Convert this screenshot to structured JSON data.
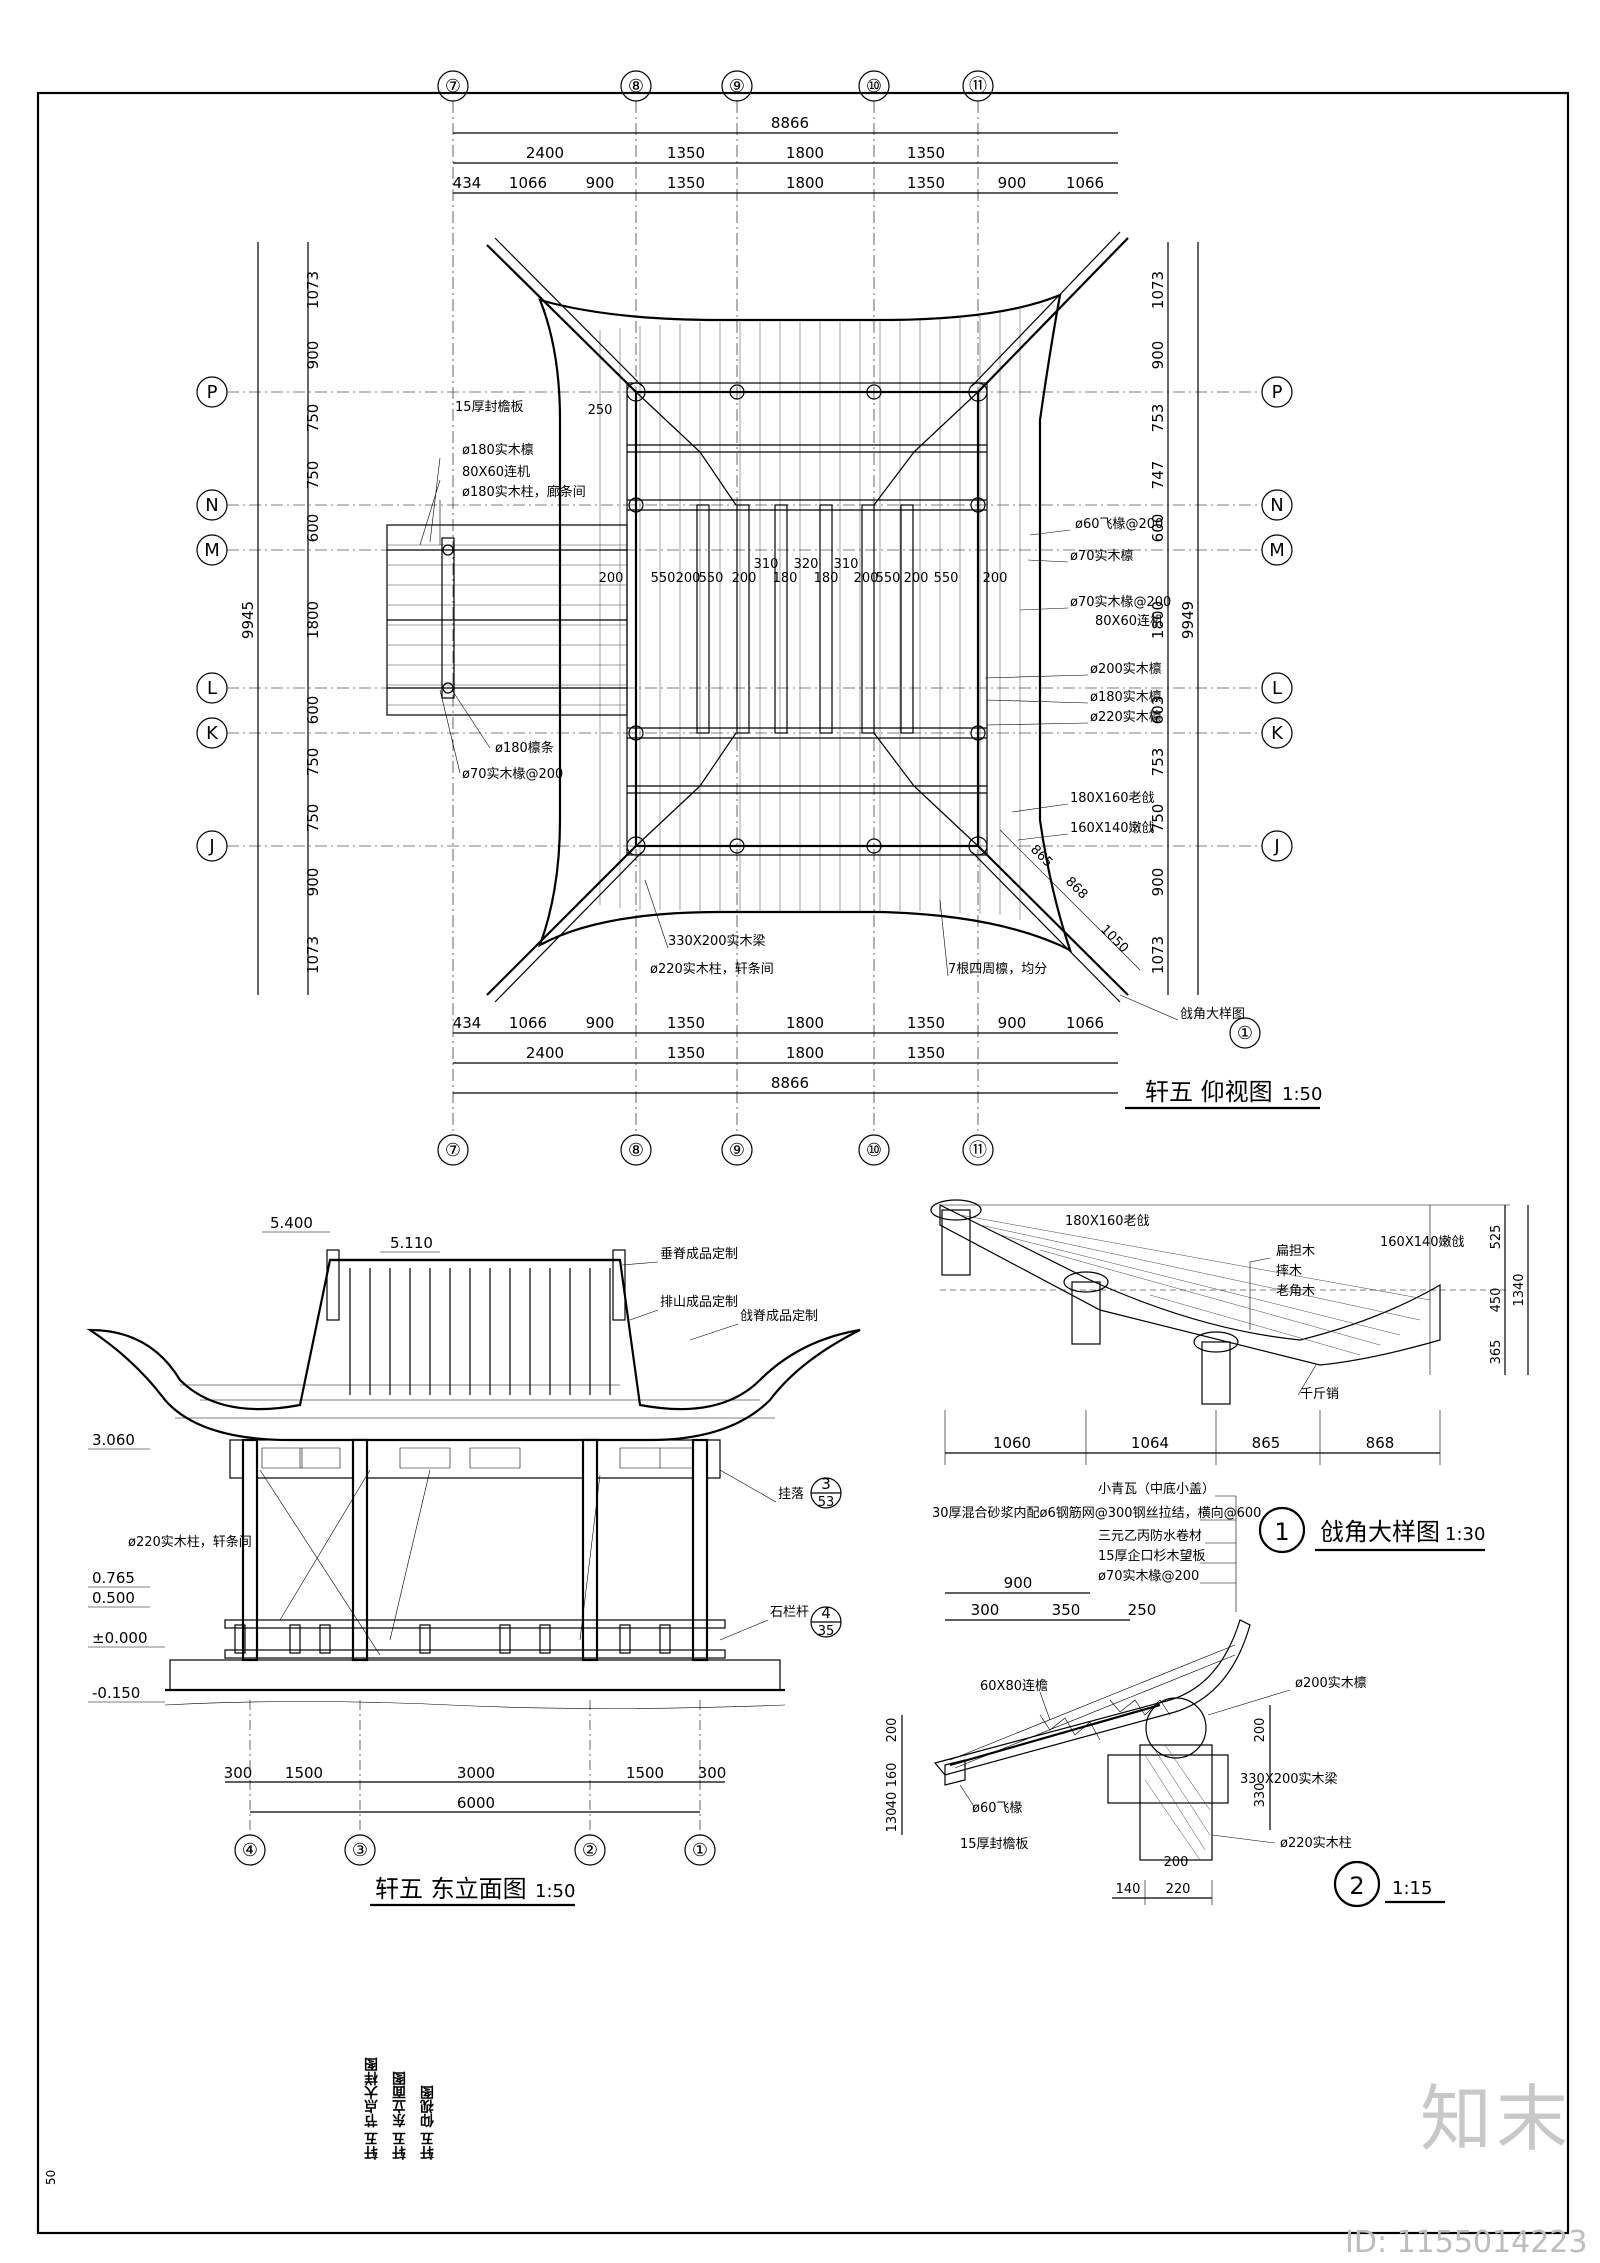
{
  "plan": {
    "title": "轩五 仰视图",
    "scale": "1:50",
    "grid_top": [
      "⑦",
      "⑧",
      "⑨",
      "⑩",
      "⑪"
    ],
    "grid_side": [
      "P",
      "N",
      "M",
      "L",
      "K",
      "J"
    ],
    "dims_total": "8866",
    "dims_row2": [
      "2400",
      "1350",
      "1800",
      "1350"
    ],
    "dims_row3": [
      "434",
      "1066",
      "900",
      "1350",
      "1800",
      "1350",
      "900",
      "1066"
    ],
    "dims_left": [
      "1073",
      "900",
      "750",
      "750",
      "600",
      "1800",
      "600",
      "750",
      "750",
      "900",
      "1073"
    ],
    "dims_left_total": "9945",
    "dims_right": [
      "1073",
      "900",
      "753",
      "747",
      "600",
      "1800",
      "603",
      "753",
      "750",
      "900",
      "1073"
    ],
    "dims_right_total": "9949",
    "inner_dims": [
      "200",
      "550",
      "200",
      "550",
      "200",
      "310",
      "180",
      "320",
      "180",
      "310",
      "200",
      "550",
      "200",
      "550",
      "200"
    ],
    "corner_dims": [
      "865",
      "868",
      "1050"
    ],
    "dim_250": "250",
    "labels_left": [
      "15厚封檐板",
      "ø180实木檩",
      "80X60连机",
      "ø180实木柱，廊条间",
      "ø180檩条",
      "ø70实木椽@200"
    ],
    "labels_right": [
      "ø60飞椽@200",
      "ø70实木檩",
      "ø70实木椽@200",
      "80X60连机",
      "ø200实木檩",
      "ø180实木檩",
      "ø220实木檩",
      "180X160老戗",
      "160X140嫩戗"
    ],
    "labels_bottom": [
      "330X200实木梁",
      "ø220实木柱，轩条间",
      "7根四周檩，均分",
      "戗角大样图"
    ],
    "callout": "①"
  },
  "elevation": {
    "title": "轩五 东立面图",
    "scale": "1:50",
    "levels": [
      "5.400",
      "5.110",
      "3.060",
      "0.765",
      "0.500",
      "±0.000",
      "-0.150"
    ],
    "labels": [
      "垂脊成品定制",
      "排山成品定制",
      "戗脊成品定制",
      "ø220实木柱，轩条间",
      "挂落",
      "石栏杆"
    ],
    "callout_a": {
      "num": "3",
      "sheet": "53"
    },
    "callout_b": {
      "num": "4",
      "sheet": "35"
    },
    "dims_row1": [
      "300",
      "1500",
      "3000",
      "1500",
      "300"
    ],
    "dims_total": "6000",
    "grid": [
      "④",
      "③",
      "②",
      "①"
    ]
  },
  "detail1": {
    "title": "戗角大样图",
    "num": "1",
    "scale": "1:30",
    "labels": [
      "180X160老戗",
      "160X140嫩戗",
      "扁担木",
      "摔木",
      "老角木",
      "千斤销"
    ],
    "dims_bottom": [
      "1060",
      "1064",
      "865",
      "868"
    ],
    "dims_right": [
      "525",
      "450",
      "365"
    ],
    "dims_right_total": "1340"
  },
  "detail2": {
    "num": "2",
    "scale": "1:15",
    "layers": [
      "小青瓦（中底小盖）",
      "30厚混合砂浆内配ø6钢筋网@300钢丝拉结，横向@600",
      "三元乙丙防水卷材",
      "15厚企口杉木望板",
      "ø70实木椽@200"
    ],
    "labels": [
      "60X80连檐",
      "ø60飞椽",
      "15厚封檐板",
      "ø200实木檩",
      "330X200实木梁",
      "ø220实木柱"
    ],
    "dims_top": [
      "900",
      "300",
      "350",
      "250"
    ],
    "dims_left": [
      "200",
      "160",
      "40",
      "130"
    ],
    "dims_right": [
      "200",
      "330"
    ],
    "dims_bottom": [
      "140",
      "220"
    ],
    "dim_200": "200"
  },
  "sheet_notes": [
    "轩五 仰视图",
    "轩五 东立面图",
    "轩五 节点大样图"
  ],
  "page_number": "50",
  "watermark": {
    "logo": "知末",
    "id": "ID: 1155014223"
  }
}
